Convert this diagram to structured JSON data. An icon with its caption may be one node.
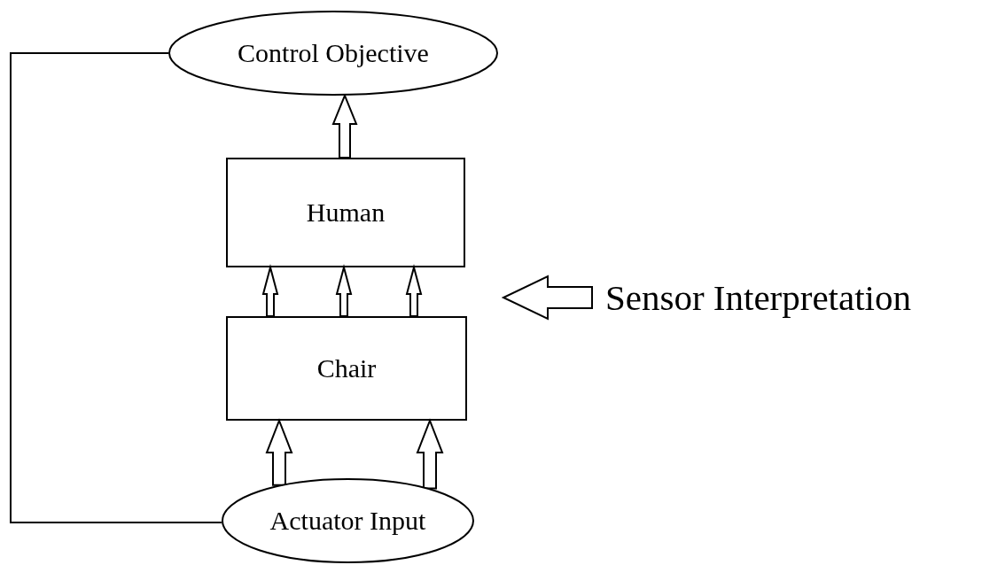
{
  "diagram": {
    "nodes": [
      {
        "text": [
          "Control Objective"
        ]
      },
      {
        "text": [
          "Human"
        ]
      },
      {
        "text": [
          "Chair"
        ]
      },
      {
        "text": [
          "Actuator Input"
        ]
      },
      {
        "text": [
          "Sensor Interpretation"
        ]
      }
    ],
    "edges": [
      {
        "from": 1,
        "to": 0,
        "arrow": "to"
      },
      {
        "from": 2,
        "to": 1,
        "arrow": "to"
      },
      {
        "from": 2,
        "to": 1,
        "arrow": "to"
      },
      {
        "from": 2,
        "to": 1,
        "arrow": "to"
      },
      {
        "from": 3,
        "to": 2,
        "arrow": "to"
      },
      {
        "from": 3,
        "to": 2,
        "arrow": "to"
      },
      {
        "from": 3,
        "to": 0,
        "arrow": "none"
      },
      {
        "from": 4,
        "to": null,
        "arrow": "to"
      }
    ]
  }
}
